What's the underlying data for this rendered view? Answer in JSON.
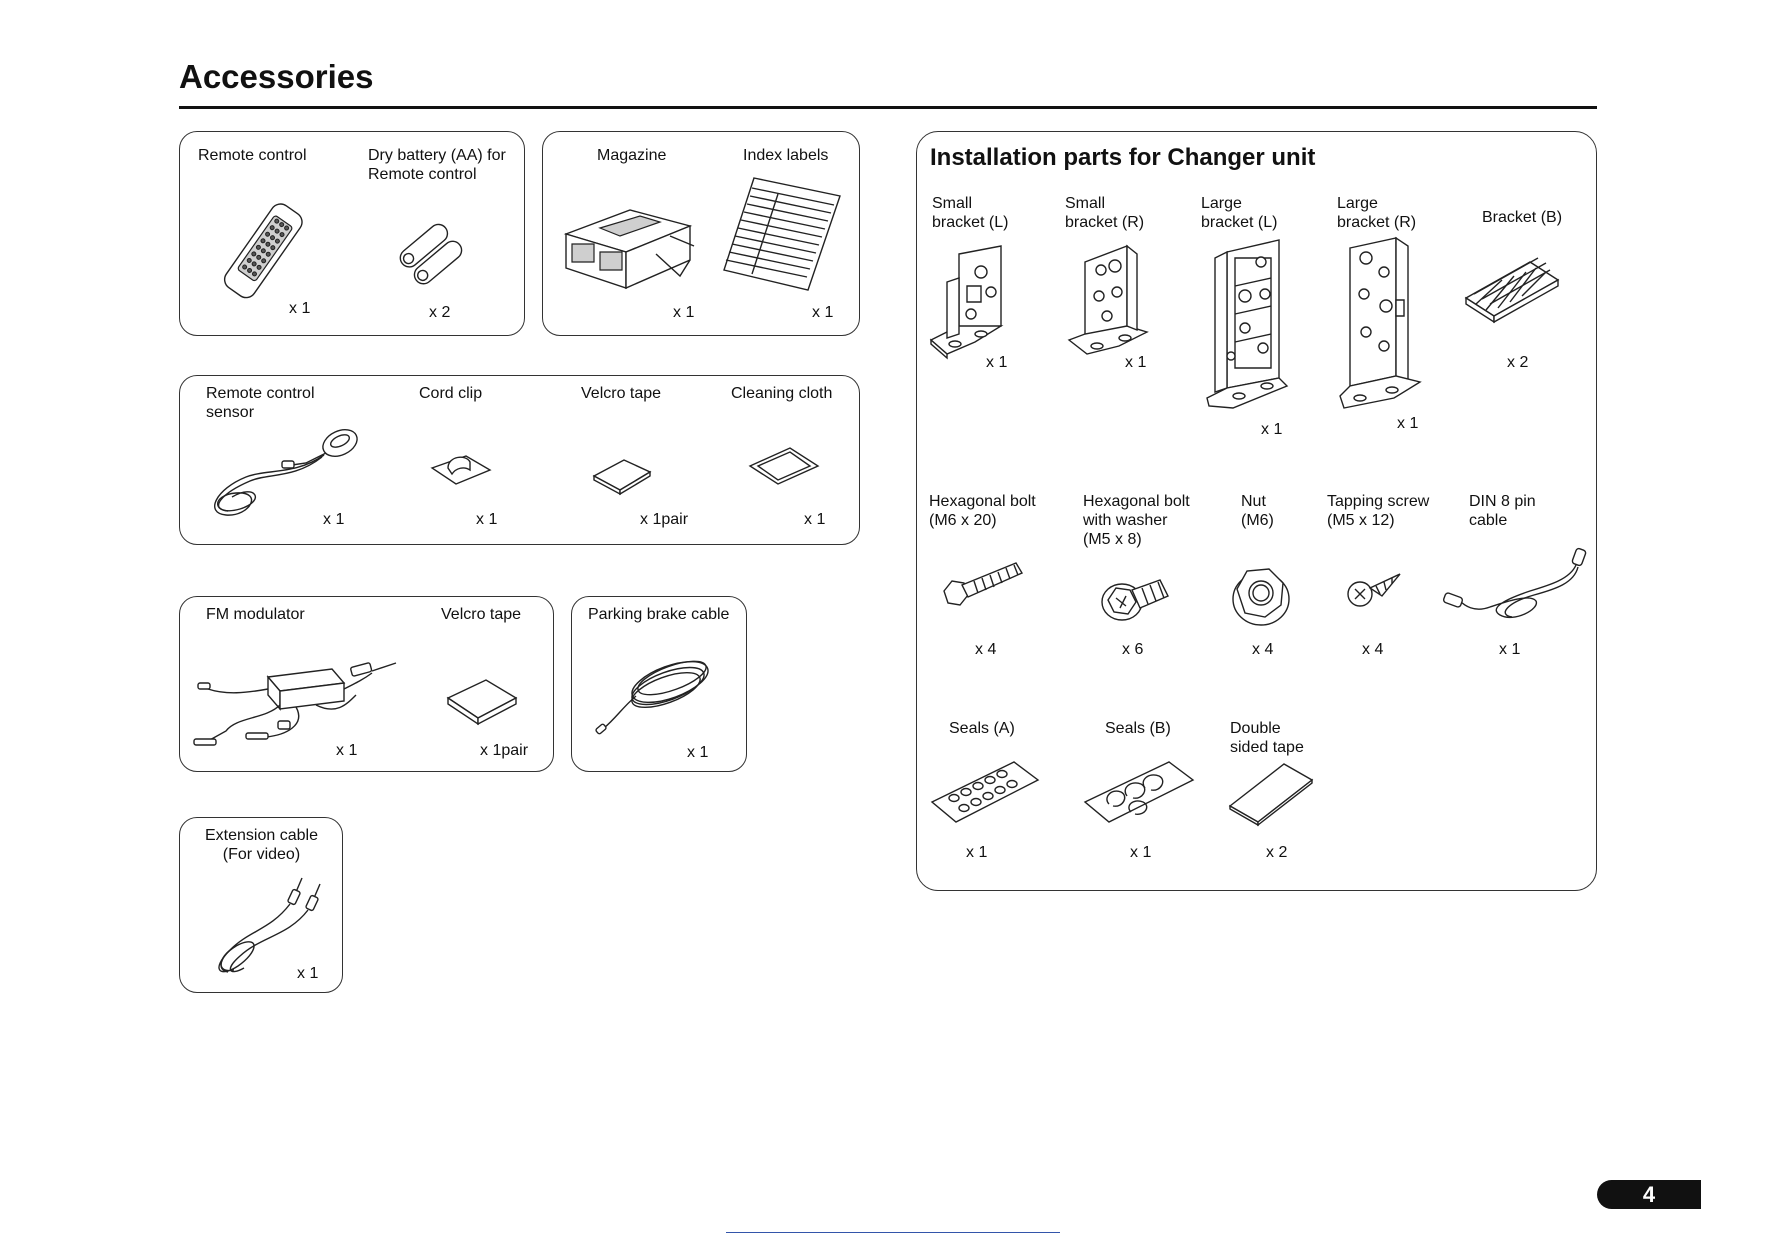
{
  "page": {
    "title": "Accessories",
    "page_number": "4"
  },
  "accessories": {
    "box1": [
      {
        "label": "Remote control",
        "qty": "x 1",
        "icon": "remote-control-icon"
      },
      {
        "label": "Dry battery (AA) for\nRemote control",
        "qty": "x 2",
        "icon": "battery-icon"
      }
    ],
    "box2": [
      {
        "label": "Magazine",
        "qty": "x 1",
        "icon": "magazine-icon"
      },
      {
        "label": "Index labels",
        "qty": "x 1",
        "icon": "index-labels-icon"
      }
    ],
    "box3": [
      {
        "label": "Remote control\nsensor",
        "qty": "x 1",
        "icon": "sensor-icon"
      },
      {
        "label": "Cord clip",
        "qty": "x 1",
        "icon": "cord-clip-icon"
      },
      {
        "label": "Velcro tape",
        "qty": "x 1pair",
        "icon": "velcro-tape-icon"
      },
      {
        "label": "Cleaning cloth",
        "qty": "x 1",
        "icon": "cleaning-cloth-icon"
      }
    ],
    "box4": [
      {
        "label": "FM modulator",
        "qty": "x 1",
        "icon": "fm-modulator-icon"
      },
      {
        "label": "Velcro tape",
        "qty": "x 1pair",
        "icon": "velcro-tape-icon"
      }
    ],
    "box5": [
      {
        "label": "Parking brake cable",
        "qty": "x 1",
        "icon": "cable-coil-icon"
      }
    ],
    "box6": [
      {
        "label": "Extension cable\n(For video)",
        "qty": "x 1",
        "icon": "extension-cable-icon"
      }
    ]
  },
  "installation": {
    "title": "Installation parts for Changer unit",
    "row1": [
      {
        "label": "Small\nbracket (L)",
        "qty": "x 1",
        "icon": "small-bracket-icon"
      },
      {
        "label": "Small\nbracket (R)",
        "qty": "x 1",
        "icon": "small-bracket-icon"
      },
      {
        "label": "Large\nbracket (L)",
        "qty": "x 1",
        "icon": "large-bracket-icon"
      },
      {
        "label": "Large\nbracket (R)",
        "qty": "x 1",
        "icon": "large-bracket-icon"
      },
      {
        "label": "Bracket (B)",
        "qty": "x 2",
        "icon": "bracket-b-icon"
      }
    ],
    "row2": [
      {
        "label": "Hexagonal bolt\n(M6 x 20)",
        "qty": "x 4",
        "icon": "hex-bolt-icon"
      },
      {
        "label": "Hexagonal bolt\nwith washer\n(M5 x 8)",
        "qty": "x 6",
        "icon": "hex-bolt-washer-icon"
      },
      {
        "label": "Nut\n(M6)",
        "qty": "x 4",
        "icon": "nut-icon"
      },
      {
        "label": "Tapping screw\n(M5 x 12)",
        "qty": "x 4",
        "icon": "tapping-screw-icon"
      },
      {
        "label": "DIN 8 pin\ncable",
        "qty": "x 1",
        "icon": "din-cable-icon"
      }
    ],
    "row3": [
      {
        "label": "Seals (A)",
        "qty": "x 1",
        "icon": "seals-a-icon"
      },
      {
        "label": "Seals (B)",
        "qty": "x 1",
        "icon": "seals-b-icon"
      },
      {
        "label": "Double\nsided tape",
        "qty": "x 2",
        "icon": "double-sided-tape-icon"
      }
    ]
  }
}
